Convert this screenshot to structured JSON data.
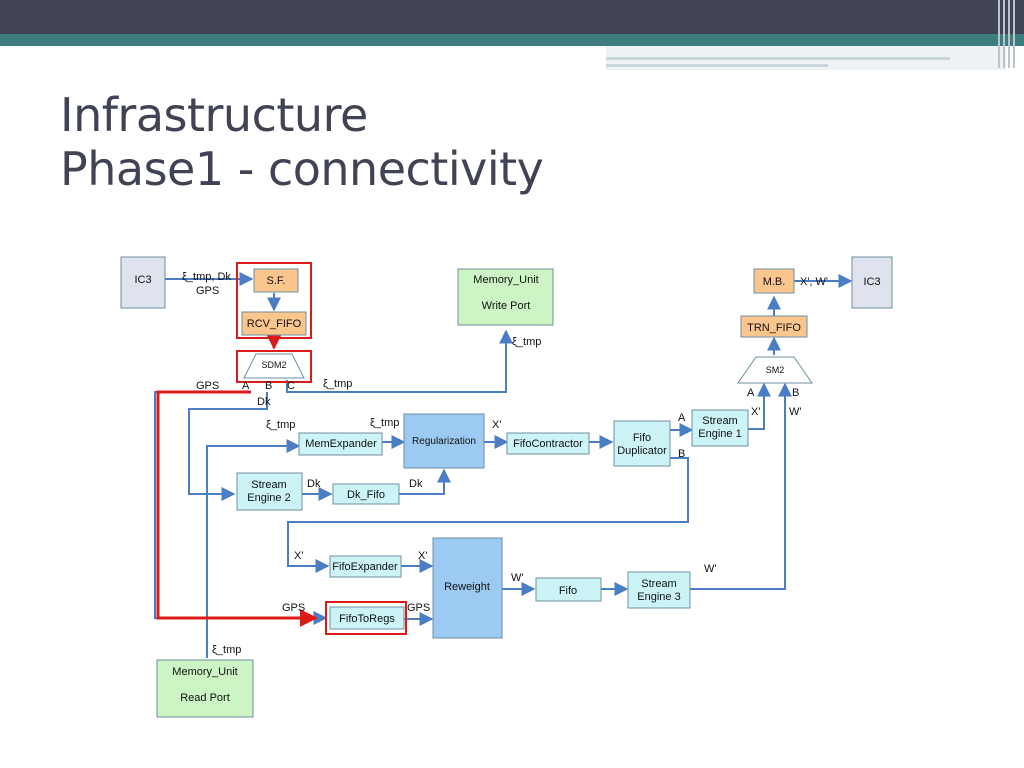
{
  "slide": {
    "title_line1": "Infrastructure",
    "title_line2": "Phase1 -  connectivity"
  },
  "colors": {
    "header": "#404353",
    "teal": "#3e7c80",
    "box_cyan": "#ccf4f6",
    "box_blue": "#9ccaf2",
    "box_orange": "#fbc58e",
    "box_green": "#ccf4c4",
    "box_gray": "#dfe3ee",
    "connector": "#4a7dc4",
    "highlight": "#dd1a1a"
  },
  "nodes": {
    "ic3_left": "IC3",
    "sf": "S.F.",
    "rcv_fifo": "RCV_FIFO",
    "sdm2": "SDM2",
    "mem_write_l1": "Memory_Unit",
    "mem_write_l2": "Write Port",
    "mb": "M.B.",
    "ic3_right": "IC3",
    "trn_fifo": "TRN_FIFO",
    "sm2": "SM2",
    "mem_expander": "MemExpander",
    "regularization": "Regularization",
    "fifo_contractor": "FifoContractor",
    "fifo_dup_l1": "Fifo",
    "fifo_dup_l2": "Duplicator",
    "se1_l1": "Stream",
    "se1_l2": "Engine 1",
    "se2_l1": "Stream",
    "se2_l2": "Engine 2",
    "dk_fifo": "Dk_Fifo",
    "fifo_expander": "FifoExpander",
    "reweight": "Reweight",
    "fifo": "Fifo",
    "se3_l1": "Stream",
    "se3_l2": "Engine 3",
    "fifo_to_regs": "FifoToRegs",
    "mem_read_l1": "Memory_Unit",
    "mem_read_l2": "Read Port"
  },
  "labels": {
    "xi_tmp_dk": "ξ_tmp, Dk",
    "gps_top": "GPS",
    "xi_tmp_write": "ξ_tmp",
    "xw_out": "X', W'",
    "port_a": "A",
    "port_b": "B",
    "port_c": "C",
    "xi_tmp_sdm": "ξ_tmp",
    "gps_left": "GPS",
    "dk_sdm": "Dk",
    "sm2_a": "A",
    "sm2_b": "B",
    "sm2_x": "X'",
    "sm2_w": "W'",
    "xi_tmp_memexp": "ξ_tmp",
    "xi_tmp_reg": "ξ_tmp",
    "x_reg": "X'",
    "dup_a": "A",
    "dup_b": "B",
    "dk_se2": "Dk",
    "dk_fifo_out": "Dk",
    "x_expander_in": "X'",
    "x_expander_out": "X'",
    "w_reweight": "W'",
    "w_se3": "W'",
    "gps_regs_in": "GPS",
    "gps_regs_out": "GPS",
    "xi_tmp_read": "ξ_tmp"
  }
}
